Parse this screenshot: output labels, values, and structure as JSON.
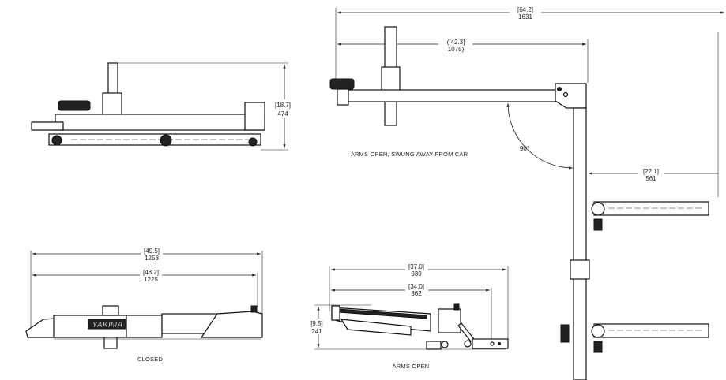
{
  "views": {
    "side_top": {
      "height_dim": {
        "in": "[18.7]",
        "mm": "474"
      }
    },
    "swung": {
      "caption": "ARMS OPEN, SWUNG AWAY FROM CAR",
      "overall_dim": {
        "in": "[64.2]",
        "mm": "1631"
      },
      "ref_dim": {
        "in": "([42.3]",
        "mm": "1075)"
      },
      "angle": "90°",
      "arm_dim": {
        "in": "[22.1]",
        "mm": "561"
      }
    },
    "closed": {
      "caption": "CLOSED",
      "logo": "YAKIMA",
      "overall_dim": {
        "in": "[49.5]",
        "mm": "1258"
      },
      "inner_dim": {
        "in": "[48.2]",
        "mm": "1225"
      }
    },
    "arms_open": {
      "caption": "ARMS OPEN",
      "overall_dim": {
        "in": "[37.0]",
        "mm": "939"
      },
      "inner_dim": {
        "in": "[34.0]",
        "mm": "862"
      },
      "height_dim": {
        "in": "[9.5]",
        "mm": "241"
      }
    }
  }
}
